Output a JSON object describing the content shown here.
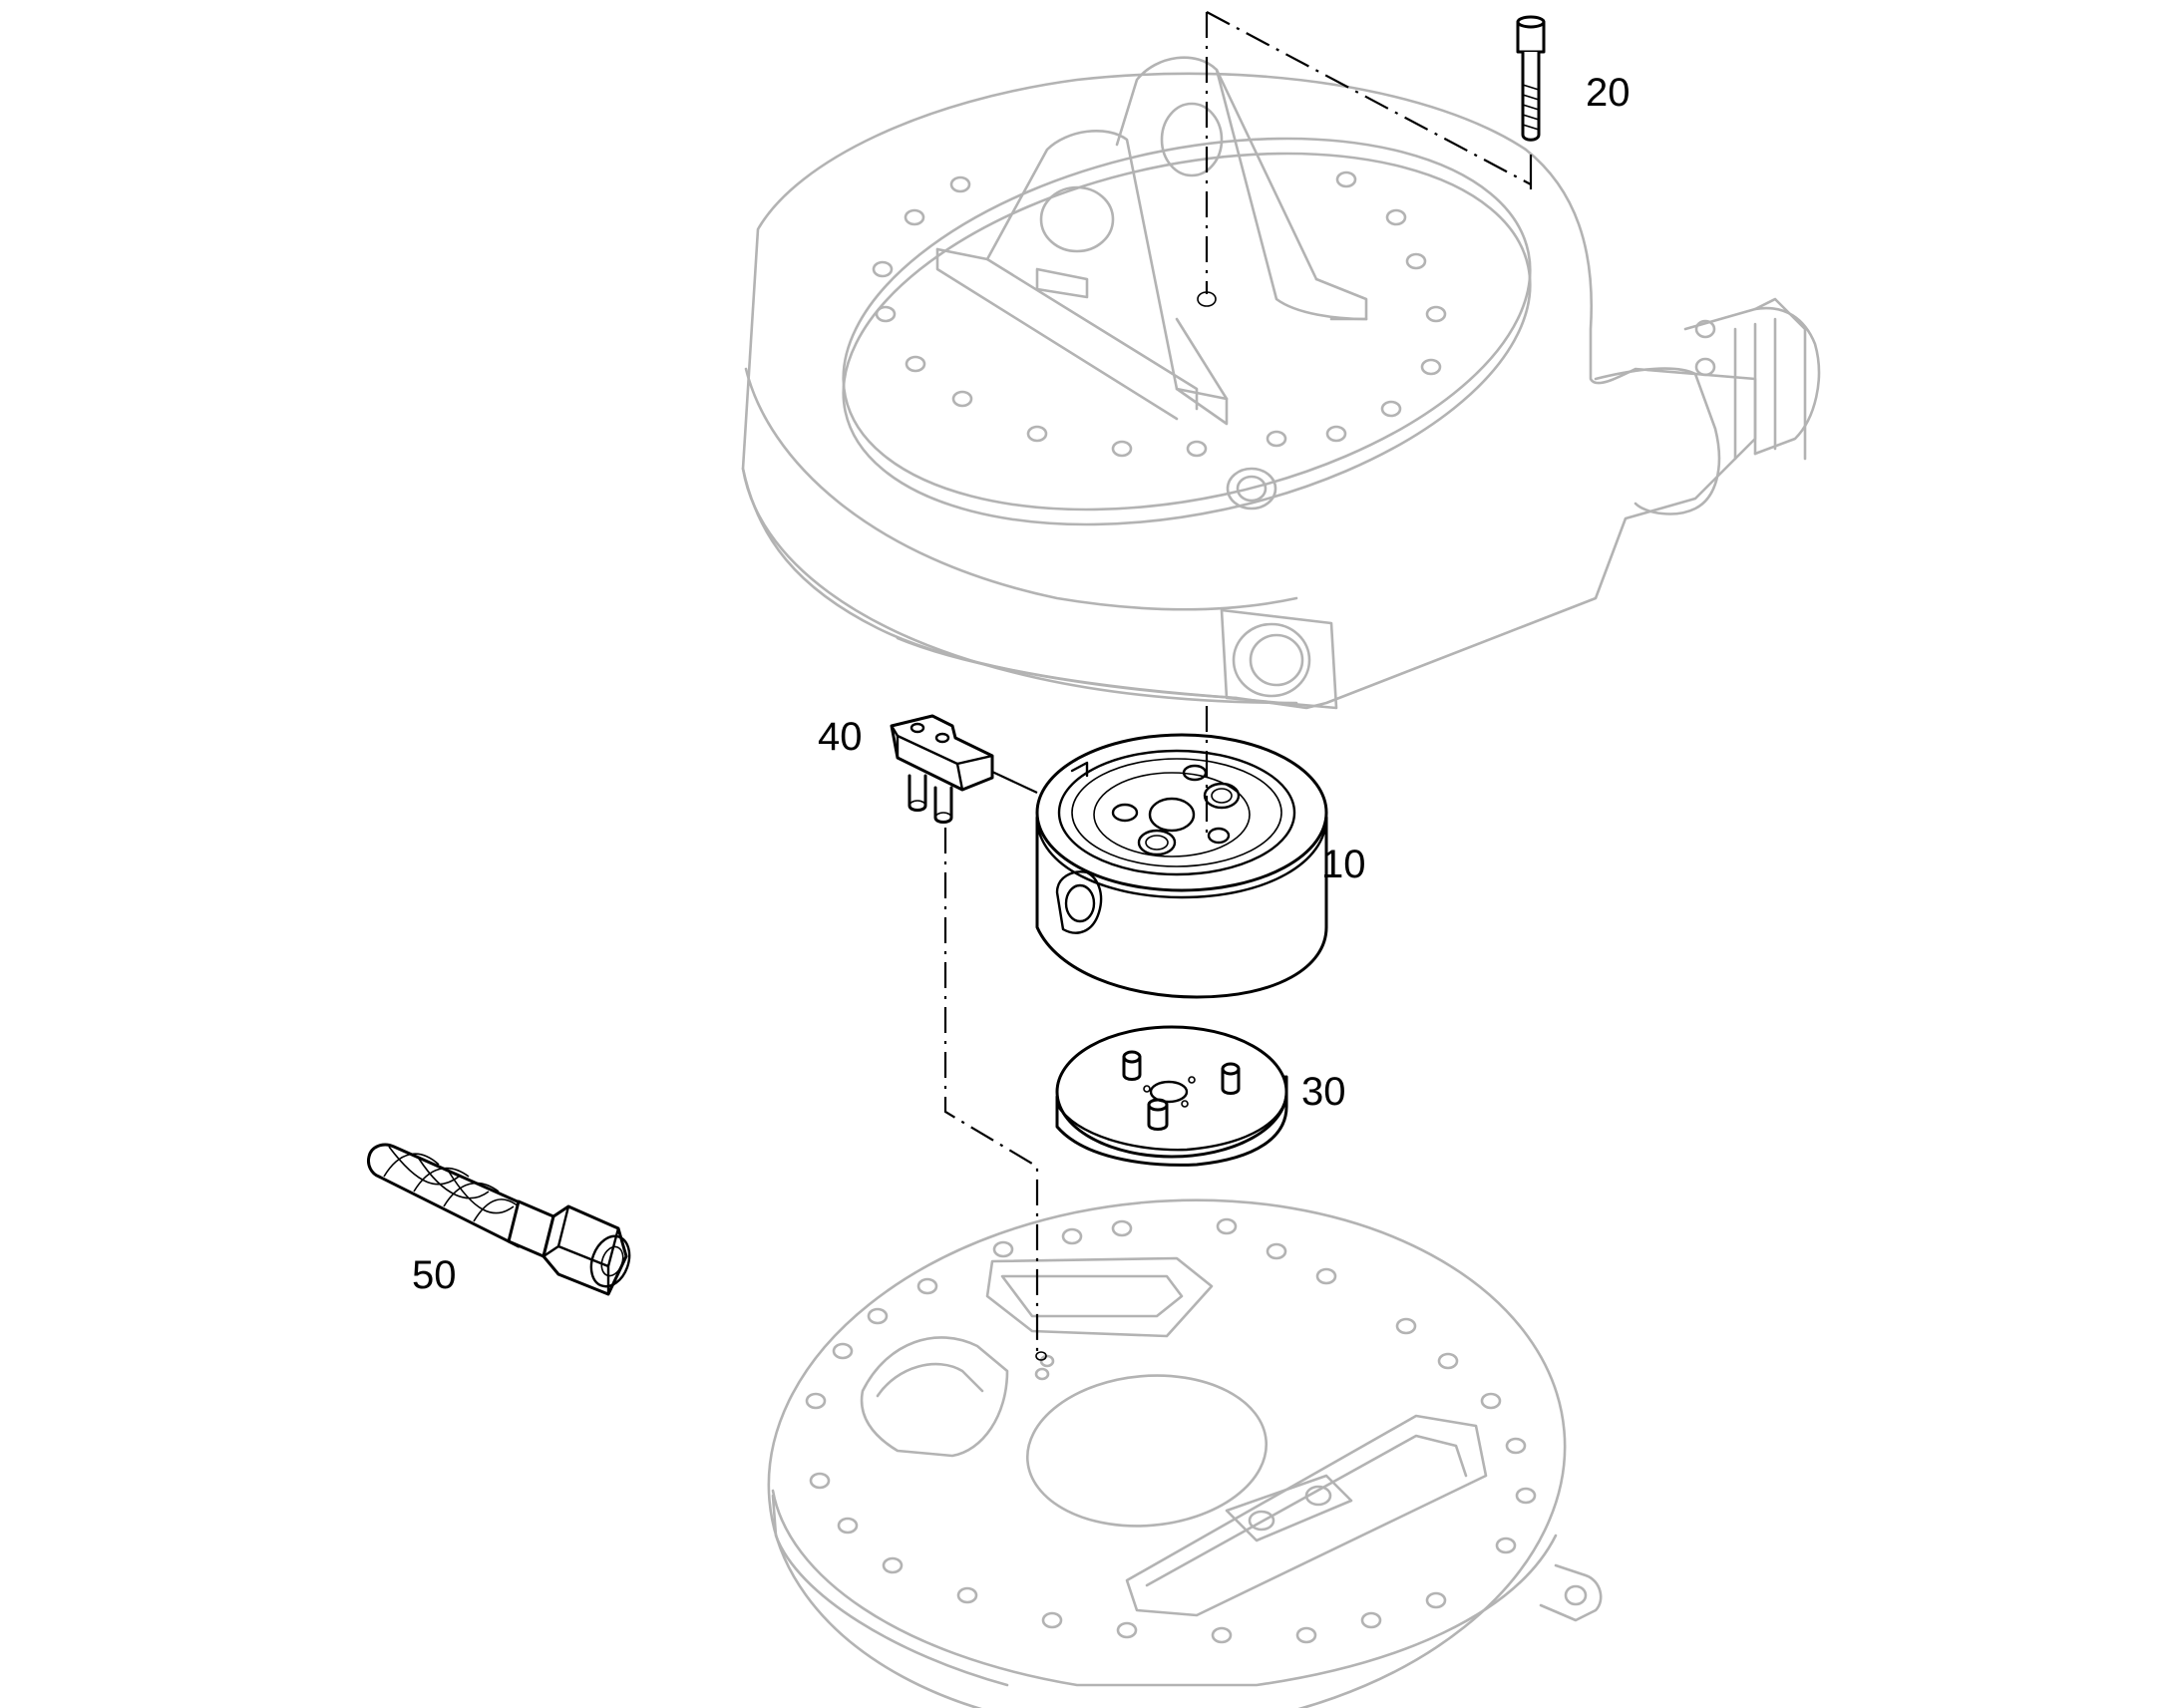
{
  "callouts": [
    {
      "id": "20",
      "label": "20"
    },
    {
      "id": "40",
      "label": "40"
    },
    {
      "id": "10",
      "label": "10"
    },
    {
      "id": "30",
      "label": "30"
    },
    {
      "id": "50",
      "label": "50"
    }
  ],
  "colors": {
    "part_stroke": "#000000",
    "context_stroke": "#b3b3b3",
    "background": "#ffffff"
  }
}
